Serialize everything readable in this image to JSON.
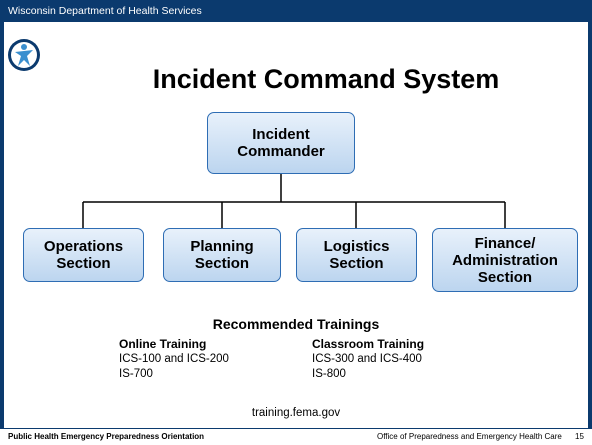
{
  "header": {
    "org": "Wisconsin Department of Health Services"
  },
  "slide": {
    "title": "Incident Command System",
    "commander": "Incident\nCommander",
    "sections": [
      "Operations\nSection",
      "Planning\nSection",
      "Logistics\nSection",
      "Finance/\nAdministration\nSection"
    ]
  },
  "trainings": {
    "title": "Recommended Trainings",
    "online": {
      "heading": "Online Training",
      "lines": [
        "ICS-100 and ICS-200",
        "IS-700"
      ]
    },
    "classroom": {
      "heading": "Classroom Training",
      "lines": [
        "ICS-300 and ICS-400",
        "IS-800"
      ]
    },
    "website": "training.fema.gov"
  },
  "footer": {
    "left": "Public Health Emergency Preparedness Orientation",
    "right": "Office of  Preparedness and Emergency Health Care",
    "page": "15"
  },
  "colors": {
    "brand": "#0b3a6e",
    "box_border": "#2e6db4",
    "box_fill": "#bcd5ef"
  }
}
